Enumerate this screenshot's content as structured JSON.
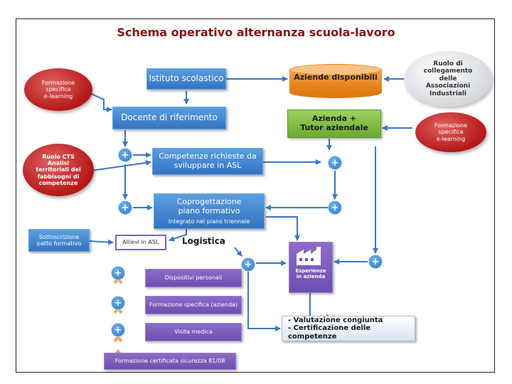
{
  "title": "Schema operativo alternanza scuola-lavoro",
  "nodes": {
    "istituto": "Istituto scolastico",
    "aziende_disponibili": "Aziende disponibili",
    "docente": "Docente di riferimento",
    "azienda_tutor": "Azienda +\nTutor aziendale",
    "competenze": "Competenze richieste da\nsviluppare in ASL",
    "coprogettazione": "Coprogettazione\npiano formativo",
    "integrato": "Integrato nel piano triennale",
    "allievi": "Allievi in ASL",
    "logistica": "Logistica",
    "esperienze": "Esperienze\nin azienda",
    "dispositivi": "Dispositivi personali",
    "formazione_specifica_azienda": "Formazione specifica (azienda)",
    "visita": "Visita medica",
    "formazione_sicurezza": "Formazione certificata sicurezza 81/08",
    "valutazione": "- Valutazione congiunta\n- Certificazione delle competenze",
    "sottoscrizione": "Sottoscrizione\npatto formativo"
  },
  "ovals": {
    "formazione_elearning_left": "Formazione\nspecifica\ne-learning",
    "ruolo_cts": "Ruolo CTS\nAnalisi\nterritoriali dei\nfabbisogni di\ncompetenze",
    "ruolo_collegamento": "Ruolo di\ncollegamento\ndelle\nAssociazioni\nIndustriali",
    "formazione_elearning_right": "Formazione\nspecifica\ne-learning"
  },
  "plus_symbol": "+",
  "colors": {
    "title": "#8b1010",
    "blue_box": "#3f82cf",
    "purple_box": "#6d4fae",
    "red_oval": "#c42323",
    "orange_cylinder": "#e88a22",
    "green_box": "#7bbf3d",
    "arrow_blue": "#3a78c4",
    "arrow_orange": "#f2a65a"
  }
}
